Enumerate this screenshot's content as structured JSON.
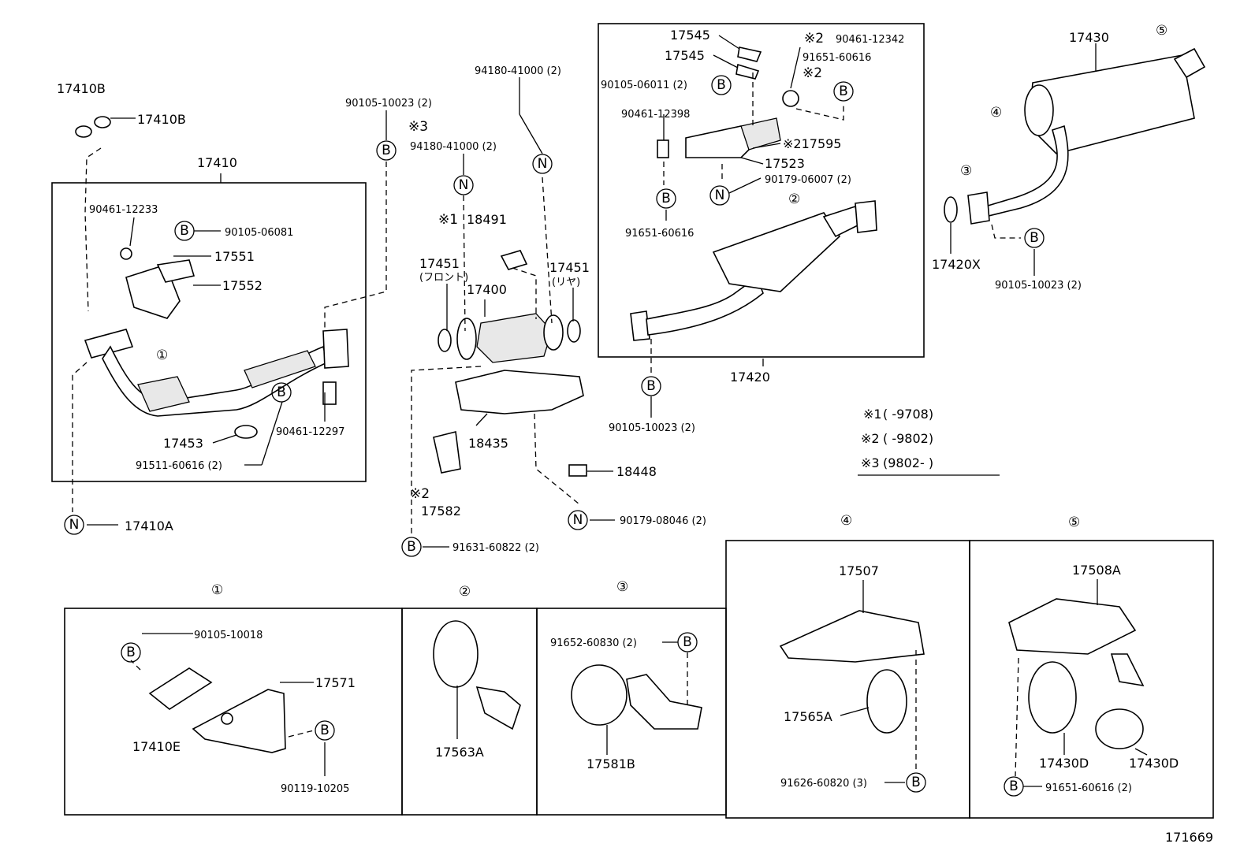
{
  "diagram_number": "171669",
  "notes": [
    {
      "mark": "※1",
      "text": "(      -9708)"
    },
    {
      "mark": "※2",
      "text": "(      -9802)"
    },
    {
      "mark": "※3",
      "text": "(9802-      )"
    }
  ],
  "labels": {
    "p17410B_a": "17410B",
    "p17410B_b": "17410B",
    "p17410": "17410",
    "p90461_12233": "90461-12233",
    "p90105_06081": "90105-06081",
    "p17551": "17551",
    "p17552": "17552",
    "p17453": "17453",
    "p90461_12297": "90461-12297",
    "p91511_60616": "91511-60616 (2)",
    "p17410A": "17410A",
    "p90105_10023_top": "90105-10023 (2)",
    "note3_mark": "※3",
    "p94180_41000_a": "94180-41000 (2)",
    "p94180_41000_b": "94180-41000 (2)",
    "note1_mark": "※1",
    "p18491": "18491",
    "p17451_front": "17451",
    "p17451_front_sub": "(フロント)",
    "p17451_rear": "17451",
    "p17451_rear_sub": "(リヤ)",
    "p17400": "17400",
    "p18435": "18435",
    "note2_mark_a": "※2",
    "p17582": "17582",
    "p18448": "18448",
    "p90179_08046": "90179-08046 (2)",
    "p91631_60822": "91631-60822 (2)",
    "p17545_a": "17545",
    "p17545_b": "17545",
    "note2_mark_b": "※2",
    "p90461_12342": "90461-12342",
    "p91651_60616_a": "91651-60616",
    "note2_mark_c": "※2",
    "p90105_06011": "90105-06011 (2)",
    "p90461_12398": "90461-12398",
    "p17595": "※217595",
    "p17523": "17523",
    "p90179_06007": "90179-06007 (2)",
    "p91651_60616_b": "91651-60616",
    "p17420": "17420",
    "p90105_10023_mid": "90105-10023 (2)",
    "p17430": "17430",
    "p17420X": "17420X",
    "p90105_10023_right": "90105-10023 (2)",
    "p90105_10018": "90105-10018",
    "p17571": "17571",
    "p17410E": "17410E",
    "p90119_10205": "90119-10205",
    "p17563A": "17563A",
    "p91652_60830": "91652-60830 (2)",
    "p17581B": "17581B",
    "p17507": "17507",
    "p17565A": "17565A",
    "p91626_60820": "91626-60820 (3)",
    "p17508A": "17508A",
    "p17430D_a": "17430D",
    "p17430D_b": "17430D",
    "p91651_60616_c": "91651-60616 (2)"
  },
  "markers": {
    "one": "①",
    "two": "②",
    "three": "③",
    "four": "④",
    "five": "⑤",
    "B": "B",
    "N": "N"
  }
}
